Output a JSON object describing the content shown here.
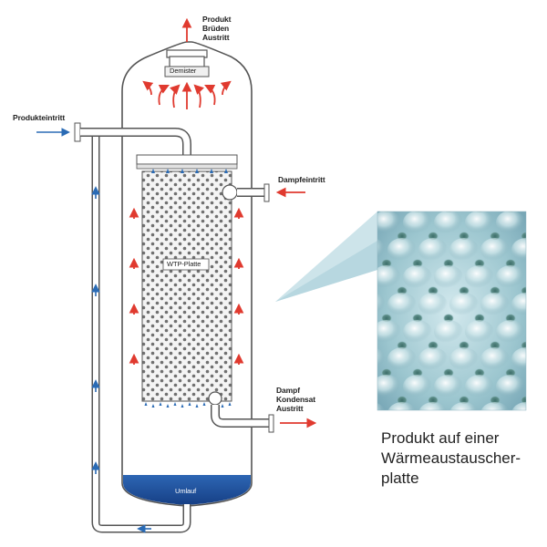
{
  "labels": {
    "produkt_bruden_austritt": [
      "Produkt",
      "Brüden",
      "Austritt"
    ],
    "demister": "Demister",
    "produkteintritt": "Produkteintritt",
    "dampfeintritt": "Dampfeintritt",
    "wtp_platte": "WTP-Platte",
    "dampf_kondensat_austritt": [
      "Dampf",
      "Kondensat",
      "Austritt"
    ],
    "umlauf": "Umlauf"
  },
  "caption": [
    "Produkt auf einer",
    "Wärmeaustauscher-",
    "platte"
  ],
  "colors": {
    "arrow_red": "#e03a2f",
    "arrow_blue": "#2a6bb5",
    "sump_blue": "#1f56a6",
    "vessel_outline": "#555555",
    "plate_fill": "#f2f2f2",
    "dimple": "#6a6a6a"
  }
}
